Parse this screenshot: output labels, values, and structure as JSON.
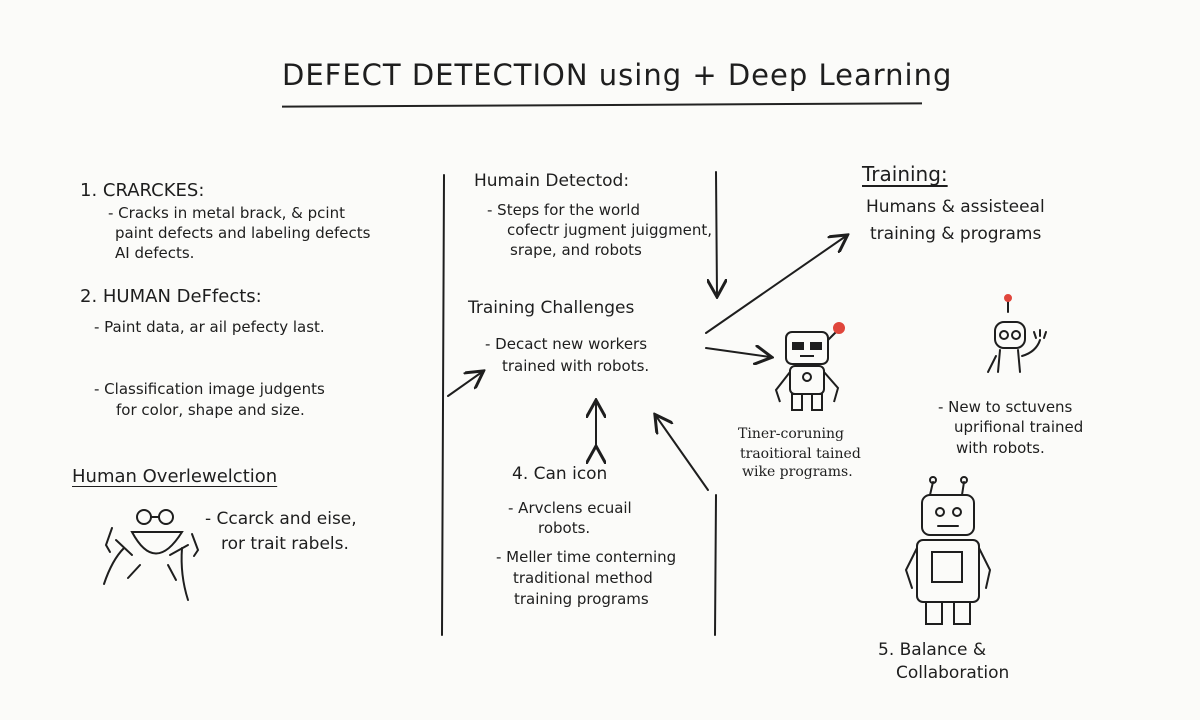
{
  "title": "DEFECT DETECTION using + Deep Learning",
  "left": {
    "s1_heading": "1. CRARCKES:",
    "s1_lines": [
      "- Cracks in metal brack, & pcint",
      "paint defects and labeling defects",
      "AI defects."
    ],
    "s2_heading": "2. HUMAN DeFfects:",
    "s2_line1": "- Paint data, ar ail pefecty last.",
    "s2_line2": [
      "- Classification image judgents",
      "for color, shape and size."
    ],
    "overlay_heading": "Human Overlewelction",
    "overlay_lines": [
      "- Ccarck and eise,",
      "ror trait rabels."
    ]
  },
  "middle": {
    "detect_heading": "Humain Detectod:",
    "detect_lines": [
      "- Steps for the world",
      "cofectr jugment juiggment,",
      "srape, and robots"
    ],
    "challenges_heading": "Training Challenges",
    "challenges_lines": [
      "- Decact new workers",
      "trained with robots."
    ],
    "s4_heading": "4. Can icon",
    "s4_item1": [
      "- Arvclens ecuail",
      "robots."
    ],
    "s4_item2": [
      "- Meller time conterning",
      "traditional method",
      "training programs"
    ]
  },
  "right": {
    "training_heading": "Training:",
    "training_lines": [
      "Humans & assisteeal",
      "training & programs"
    ],
    "robot1_caption": [
      "Tiner-coruning",
      "traoitioral tained",
      "wike programs."
    ],
    "robot2_caption": [
      "- New to sctuvens",
      "uprifional trained",
      "with robots."
    ],
    "s5_heading": [
      "5. Balance &",
      "Collaboration"
    ]
  },
  "colors": {
    "ink": "#1e1e1e",
    "paper": "#fbfbf9",
    "accent": "#e0463c"
  },
  "icons": [
    "happy-figure-icon",
    "robot-icon",
    "waving-robot-icon",
    "tall-robot-icon"
  ]
}
